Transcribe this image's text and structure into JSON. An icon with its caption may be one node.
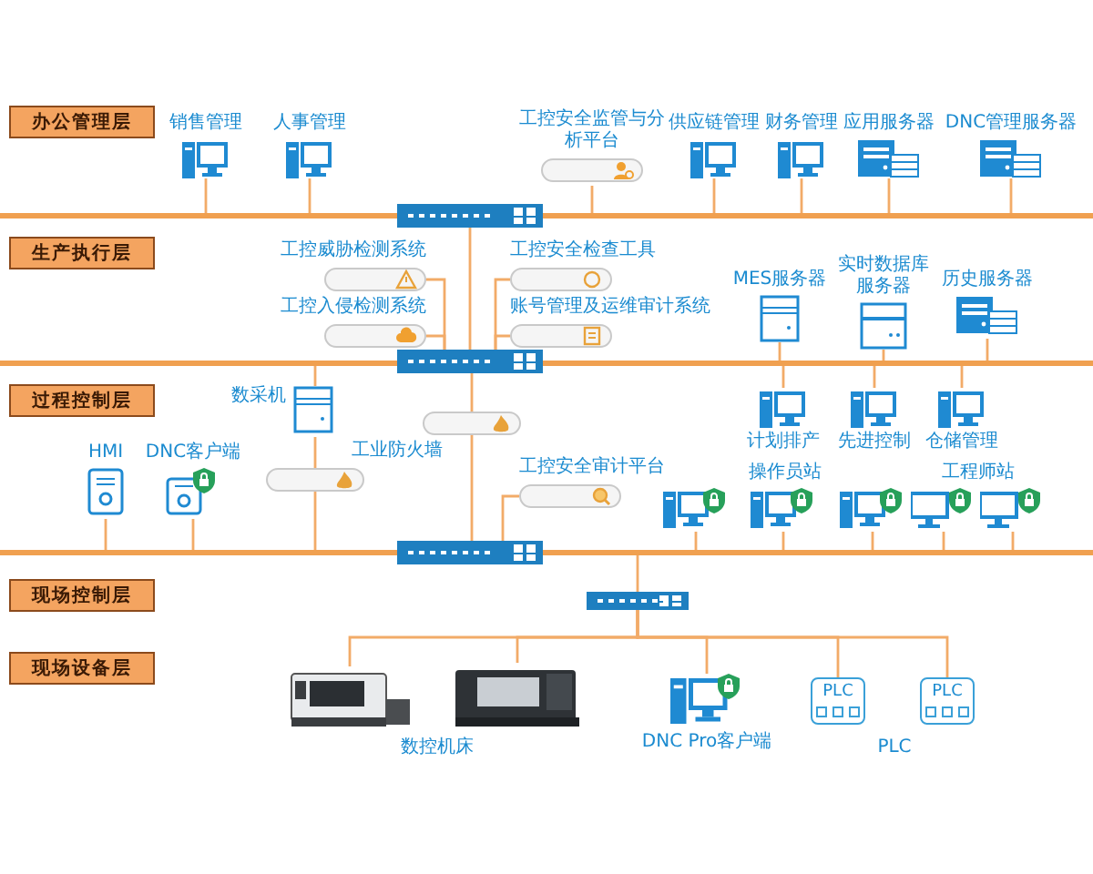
{
  "diagram": {
    "nodes": [
      {
        "text": [
          "办公管理层"
        ]
      },
      {
        "text": [],
        "shape": "bar"
      },
      {
        "text": [
          "销售管理"
        ]
      },
      {
        "text": [
          "人事管理"
        ]
      },
      {
        "text": [],
        "shape": "box"
      },
      {
        "text": [
          "工控安全监管与分析平台"
        ]
      },
      {
        "text": [
          "供应链管理"
        ]
      },
      {
        "text": [
          "财务管理"
        ]
      },
      {
        "text": [
          "应用服务器"
        ]
      },
      {
        "text": [
          "DNC管理服务器"
        ]
      },
      {
        "text": [
          "生产执行层"
        ]
      },
      {
        "text": [
          "工控威胁检测系统"
        ]
      },
      {
        "text": [
          "工控安全检查工具"
        ]
      },
      {
        "text": [
          "工控入侵检测系统"
        ]
      },
      {
        "text": [
          "账号管理及运维审计系统"
        ]
      },
      {
        "text": [
          "MES服务器"
        ]
      },
      {
        "text": [
          "实时数据库服务器"
        ]
      },
      {
        "text": [
          "历史服务器"
        ]
      },
      {
        "text": [],
        "shape": "bar"
      },
      {
        "text": [],
        "shape": "box"
      },
      {
        "text": [
          "过程控制层"
        ]
      },
      {
        "text": [
          "计划排产"
        ]
      },
      {
        "text": [
          "先进控制"
        ]
      },
      {
        "text": [
          "仓储管理"
        ]
      },
      {
        "text": [
          "数采机"
        ]
      },
      {
        "text": [],
        "shape": "box"
      },
      {
        "text": [
          "HMI"
        ]
      },
      {
        "text": [
          "DNC客户端"
        ]
      },
      {
        "text": [],
        "shape": "box"
      },
      {
        "text": [
          "工控安全审计平台"
        ]
      },
      {
        "text": [],
        "shape": "picture"
      },
      {
        "text": [],
        "shape": "picture"
      },
      {
        "text": [],
        "shape": "picture"
      },
      {
        "text": [],
        "shape": "picture"
      },
      {
        "text": [],
        "shape": "picture"
      },
      {
        "text": [],
        "shape": "bar"
      },
      {
        "text": [],
        "shape": "box"
      },
      {
        "text": [
          "现场控制层"
        ]
      },
      {
        "text": [],
        "shape": "box"
      },
      {
        "text": [
          "现场设备层"
        ]
      },
      {
        "text": [],
        "shape": "picture"
      },
      {
        "text": [],
        "shape": "picture"
      },
      {
        "text": [
          "DNC Pro客户端"
        ]
      },
      {
        "text": [
          "PLC"
        ]
      },
      {
        "text": [
          "PLC"
        ]
      }
    ],
    "edges": [
      {
        "from": 2,
        "to": 1,
        "arrow": "none"
      },
      {
        "from": 3,
        "to": 1,
        "arrow": "none"
      },
      {
        "from": 5,
        "to": 1,
        "arrow": "none"
      },
      {
        "from": 6,
        "to": 1,
        "arrow": "none"
      },
      {
        "from": 7,
        "to": 1,
        "arrow": "none"
      },
      {
        "from": 8,
        "to": 1,
        "arrow": "none"
      },
      {
        "from": 9,
        "to": 1,
        "arrow": "none"
      },
      {
        "from": 4,
        "to": 19,
        "arrow": "none"
      },
      {
        "from": 11,
        "to": 19,
        "arrow": "none"
      },
      {
        "from": 13,
        "to": 19,
        "arrow": "none"
      },
      {
        "from": 12,
        "to": 19,
        "arrow": "none"
      },
      {
        "from": 14,
        "to": 19,
        "arrow": "none"
      },
      {
        "from": 15,
        "to": 18,
        "arrow": "none"
      },
      {
        "from": 16,
        "to": 18,
        "arrow": "none"
      },
      {
        "from": 17,
        "to": 18,
        "arrow": "none"
      },
      {
        "from": 21,
        "to": 18,
        "arrow": "none"
      },
      {
        "from": 22,
        "to": 18,
        "arrow": "none"
      },
      {
        "from": 23,
        "to": 18,
        "arrow": "none"
      },
      {
        "from": 18,
        "to": 24,
        "arrow": "none"
      },
      {
        "from": 24,
        "to": 28,
        "arrow": "none"
      },
      {
        "from": 28,
        "to": 35,
        "arrow": "none"
      },
      {
        "from": 19,
        "to": 25,
        "arrow": "none"
      },
      {
        "from": 25,
        "to": 36,
        "arrow": "none"
      },
      {
        "from": 29,
        "to": 36,
        "arrow": "none"
      },
      {
        "from": 26,
        "to": 35,
        "arrow": "none"
      },
      {
        "from": 27,
        "to": 35,
        "arrow": "none"
      },
      {
        "from": 30,
        "to": 35,
        "arrow": "none"
      },
      {
        "from": 31,
        "to": 35,
        "arrow": "none"
      },
      {
        "from": 32,
        "to": 35,
        "arrow": "none"
      },
      {
        "from": 33,
        "to": 35,
        "arrow": "none"
      },
      {
        "from": 34,
        "to": 35,
        "arrow": "none"
      },
      {
        "from": 35,
        "to": 38,
        "arrow": "none"
      },
      {
        "from": 38,
        "to": 40,
        "arrow": "none"
      },
      {
        "from": 38,
        "to": 41,
        "arrow": "none"
      },
      {
        "from": 38,
        "to": 42,
        "arrow": "none"
      },
      {
        "from": 38,
        "to": 43,
        "arrow": "none"
      },
      {
        "from": 38,
        "to": 44,
        "arrow": "none"
      }
    ],
    "labels": [
      "工业防火墙",
      "操作员站",
      "工程师站",
      "数控机床",
      "PLC"
    ]
  }
}
